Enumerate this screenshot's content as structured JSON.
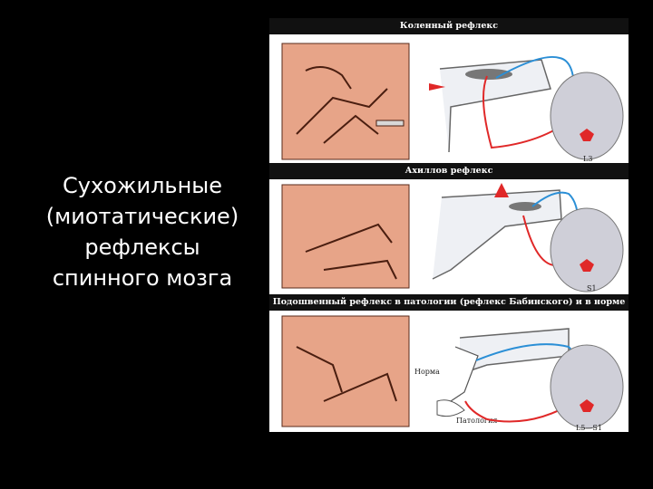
{
  "slide": {
    "title_lines": [
      "Сухожильные",
      "(миотатические)",
      "рефлексы",
      "спинного мозга"
    ]
  },
  "figure": {
    "panels": [
      {
        "heading": "Коленный рефлекс",
        "segment": "L3"
      },
      {
        "heading": "Ахиллов рефлекс",
        "segment": "S1"
      },
      {
        "heading": "Подошвенный рефлекс в патологии (рефлекс Бабинского) и в норме",
        "segment": "L5—S1",
        "labels": [
          "Норма",
          "Патология"
        ]
      }
    ]
  },
  "colors": {
    "background": "#000000",
    "skin": "#e7a488",
    "afferent": "#2b8fd6",
    "efferent": "#e02828"
  }
}
